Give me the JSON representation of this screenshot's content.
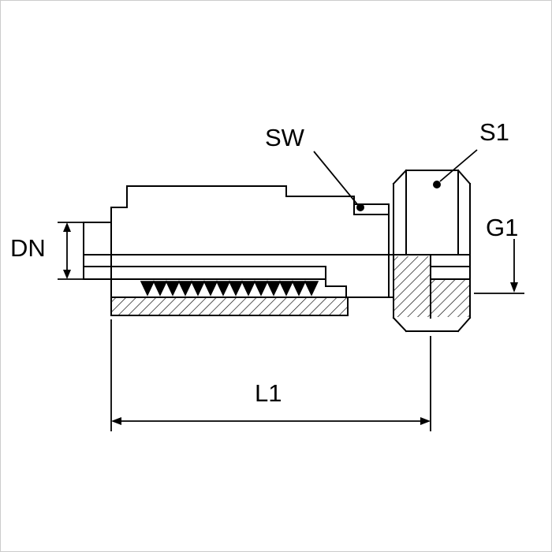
{
  "page": {
    "background": "#ffffff",
    "border_color": "#cccccc"
  },
  "diagram": {
    "type": "technical-drawing",
    "subject": "hose-fitting-half-section-side-view",
    "line_color": "#000000",
    "labels": {
      "sw": "SW",
      "s1": "S1",
      "dn": "DN",
      "g1": "G1",
      "l1": "L1"
    }
  }
}
